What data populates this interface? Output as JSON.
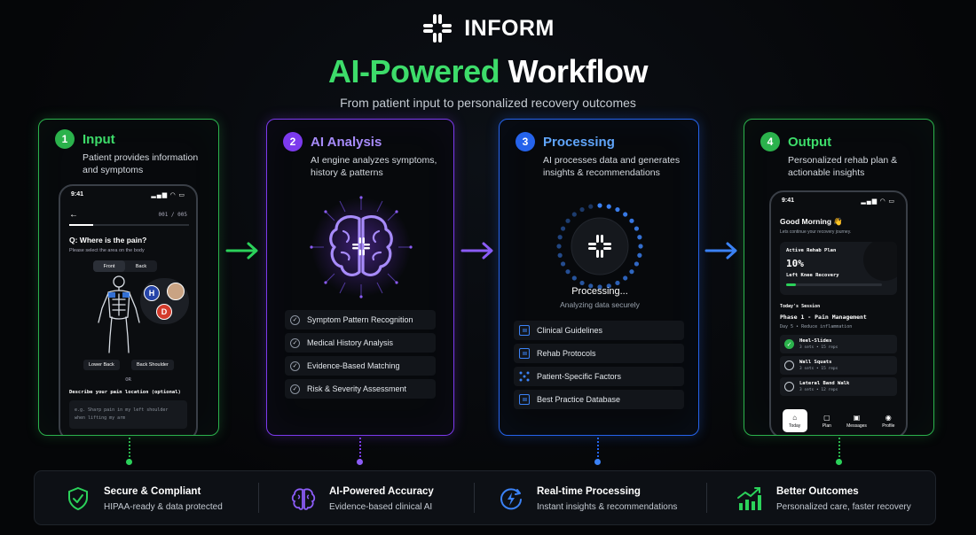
{
  "brand": {
    "name": "INFORM",
    "logo_icon": "inform-plus-icon"
  },
  "headline": {
    "accent": "AI-Powered",
    "rest": "Workflow"
  },
  "subtitle": "From patient input to personalized recovery outcomes",
  "colors": {
    "green": "#2bb24c",
    "purple": "#7c3aed",
    "blue": "#2563eb",
    "bg": "#050608"
  },
  "steps": [
    {
      "num": "1",
      "title": "Input",
      "desc_line1": "Patient provides information",
      "desc_line2": "and symptoms",
      "phone": {
        "time": "9:41",
        "progress": "001 / 005",
        "question": "Q: Where is the pain?",
        "helper": "Please select the area on the body",
        "toggle_front": "Front",
        "toggle_back": "Back",
        "avatar_h": "H",
        "avatar_d": "D",
        "chip_left": "Lower Back",
        "chip_right": "Back Shoulder",
        "or": "OR",
        "describe_label": "Describe your pain location (optional)",
        "textarea_placeholder_1": "e.g. Sharp pain in my left shoulder",
        "textarea_placeholder_2": "when lifting my arm"
      }
    },
    {
      "num": "2",
      "title": "AI Analysis",
      "desc_line1": "AI engine analyzes symptoms,",
      "desc_line2": "history & patterns",
      "items": [
        "Symptom Pattern Recognition",
        "Medical History Analysis",
        "Evidence-Based Matching",
        "Risk & Severity Assessment"
      ]
    },
    {
      "num": "3",
      "title": "Processing",
      "desc_line1": "AI processes data and generates",
      "desc_line2": "insights & recommendations",
      "status": "Processing...",
      "status_sub": "Analyzing data securely",
      "items": [
        "Clinical Guidelines",
        "Rehab Protocols",
        "Patient-Specific Factors",
        "Best Practice Database"
      ]
    },
    {
      "num": "4",
      "title": "Output",
      "desc_line1": "Personalized rehab plan &",
      "desc_line2": "actionable insights",
      "phone": {
        "time": "9:41",
        "greeting": "Good Morning 👋",
        "greeting_sub": "Lets continue your recovery journey.",
        "plan_label": "Active Rehab Plan",
        "plan_percent": "10%",
        "plan_progress": 0.1,
        "plan_name": "Left Knee Recovery",
        "session_label": "Today's Session",
        "phase": "Phase 1 - Pain Management",
        "day": "Day 5 • Reduce inflammation",
        "exercises": [
          {
            "name": "Heel-Slides",
            "detail": "3 sets • 15 reps",
            "done": true
          },
          {
            "name": "Wall Squats",
            "detail": "3 sets • 15 reps",
            "done": false
          },
          {
            "name": "Lateral Band Walk",
            "detail": "3 sets • 12 reps",
            "done": false
          }
        ],
        "nav": [
          "Today",
          "Plan",
          "Messages",
          "Profile"
        ]
      }
    }
  ],
  "features": [
    {
      "title": "Secure & Compliant",
      "sub": "HIPAA-ready & data protected",
      "icon": "shield-check-icon"
    },
    {
      "title": "AI-Powered Accuracy",
      "sub": "Evidence-based clinical AI",
      "icon": "brain-icon"
    },
    {
      "title": "Real-time Processing",
      "sub": "Instant insights & recommendations",
      "icon": "clock-lightning-icon"
    },
    {
      "title": "Better Outcomes",
      "sub": "Personalized care, faster recovery",
      "icon": "growth-chart-icon"
    }
  ]
}
